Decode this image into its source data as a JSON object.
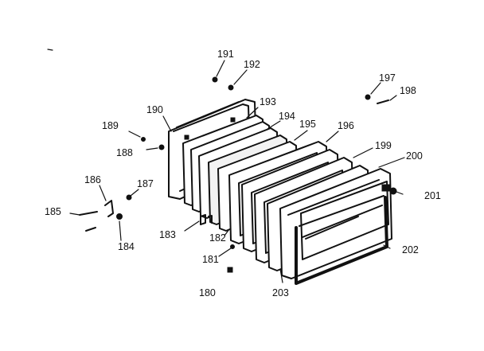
{
  "diagram": {
    "colors": {
      "ink": "#111111",
      "background": "#ffffff"
    },
    "part_labels": [
      "191",
      "192",
      "190",
      "193",
      "189",
      "194",
      "195",
      "196",
      "188",
      "197",
      "198",
      "199",
      "200",
      "186",
      "187",
      "201",
      "185",
      "183",
      "182",
      "184",
      "181",
      "202",
      "180",
      "203"
    ]
  }
}
